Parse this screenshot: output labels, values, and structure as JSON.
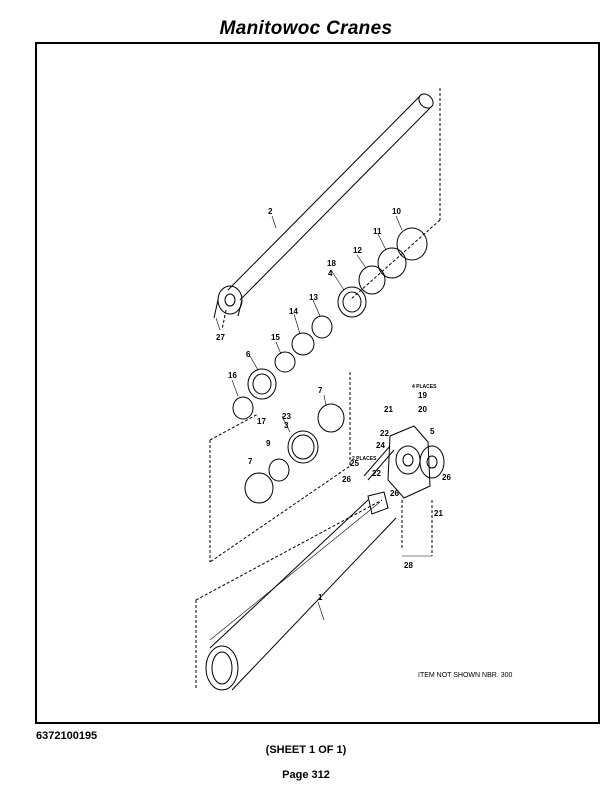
{
  "header": {
    "title": "Manitowoc Cranes"
  },
  "drawing": {
    "note": "ITEM NOT SHOWN NBR. 300",
    "four_places": "4 PLACES",
    "two_places": "2 PLACES",
    "callouts": {
      "c1": "1",
      "c2": "2",
      "c3": "3",
      "c4": "4",
      "c5": "5",
      "c6": "6",
      "c7a": "7",
      "c7b": "7",
      "c9": "9",
      "c10": "10",
      "c11": "11",
      "c12": "12",
      "c13": "13",
      "c14": "14",
      "c15": "15",
      "c16": "16",
      "c17": "17",
      "c18": "18",
      "c19": "19",
      "c20": "20",
      "c21a": "21",
      "c21b": "21",
      "c22a": "22",
      "c22b": "22",
      "c23": "23",
      "c24": "24",
      "c25": "25",
      "c26a": "26",
      "c26b": "26",
      "c26c": "26",
      "c27": "27",
      "c28": "28"
    }
  },
  "footer": {
    "doc_number": "6372100195",
    "sheet": "(SHEET 1 OF 1)",
    "page": "Page 312"
  }
}
